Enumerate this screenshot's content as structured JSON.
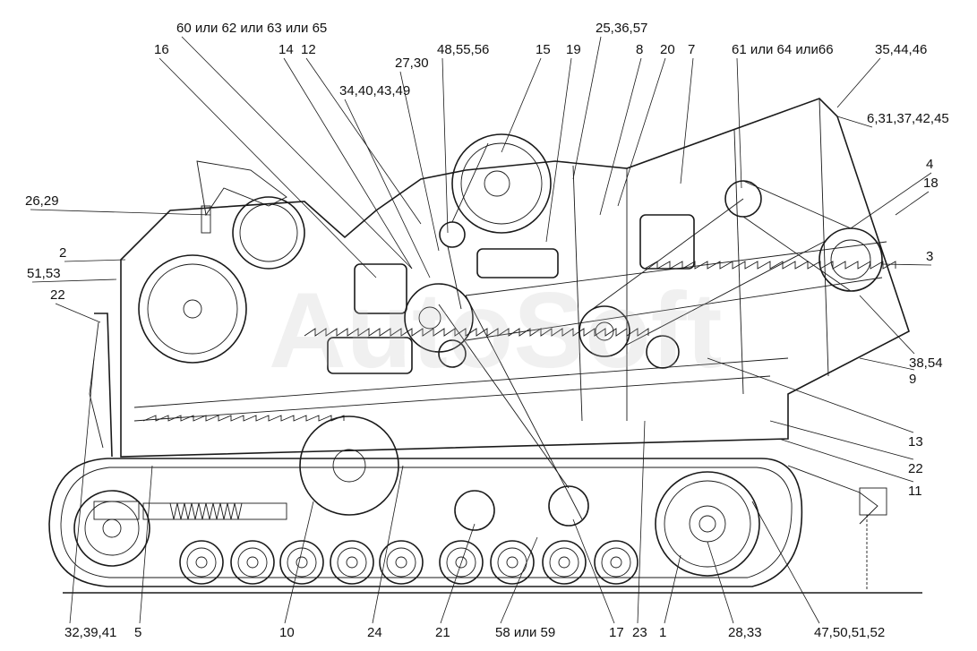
{
  "callouts": [
    {
      "id": "c-60",
      "text": "60 или 62 или 63 или 65"
    },
    {
      "id": "c-25",
      "text": "25,36,57"
    },
    {
      "id": "c-16",
      "text": "16"
    },
    {
      "id": "c-14",
      "text": "14"
    },
    {
      "id": "c-12",
      "text": "12"
    },
    {
      "id": "c-48",
      "text": "48,55,56"
    },
    {
      "id": "c-15",
      "text": "15"
    },
    {
      "id": "c-19",
      "text": "19"
    },
    {
      "id": "c-8",
      "text": "8"
    },
    {
      "id": "c-20",
      "text": "20"
    },
    {
      "id": "c-7",
      "text": "7"
    },
    {
      "id": "c-61",
      "text": "61 или 64 или66"
    },
    {
      "id": "c-35",
      "text": "35,44,46"
    },
    {
      "id": "c-27",
      "text": "27,30"
    },
    {
      "id": "c-34",
      "text": "34,40,43,49"
    },
    {
      "id": "c-6",
      "text": "6,31,37,42,45"
    },
    {
      "id": "c-4",
      "text": "4"
    },
    {
      "id": "c-18",
      "text": "18"
    },
    {
      "id": "c-26",
      "text": "26,29"
    },
    {
      "id": "c-2",
      "text": "2"
    },
    {
      "id": "c-51",
      "text": "51,53"
    },
    {
      "id": "c-22a",
      "text": "22"
    },
    {
      "id": "c-3",
      "text": "3"
    },
    {
      "id": "c-38",
      "text": "38,54"
    },
    {
      "id": "c-9",
      "text": "9"
    },
    {
      "id": "c-13",
      "text": "13"
    },
    {
      "id": "c-22b",
      "text": "22"
    },
    {
      "id": "c-11",
      "text": "11"
    },
    {
      "id": "c-32",
      "text": "32,39,41"
    },
    {
      "id": "c-5",
      "text": "5"
    },
    {
      "id": "c-10",
      "text": "10"
    },
    {
      "id": "c-24",
      "text": "24"
    },
    {
      "id": "c-21",
      "text": "21"
    },
    {
      "id": "c-58",
      "text": "58 или 59"
    },
    {
      "id": "c-17",
      "text": "17"
    },
    {
      "id": "c-23",
      "text": "23"
    },
    {
      "id": "c-1",
      "text": "1"
    },
    {
      "id": "c-28",
      "text": "28,33"
    },
    {
      "id": "c-47",
      "text": "47,50,51,52"
    }
  ],
  "watermark": "AutoSoft",
  "colors": {
    "line": "#1a1a1a",
    "background": "#ffffff",
    "watermark": "#bdbdbd"
  }
}
